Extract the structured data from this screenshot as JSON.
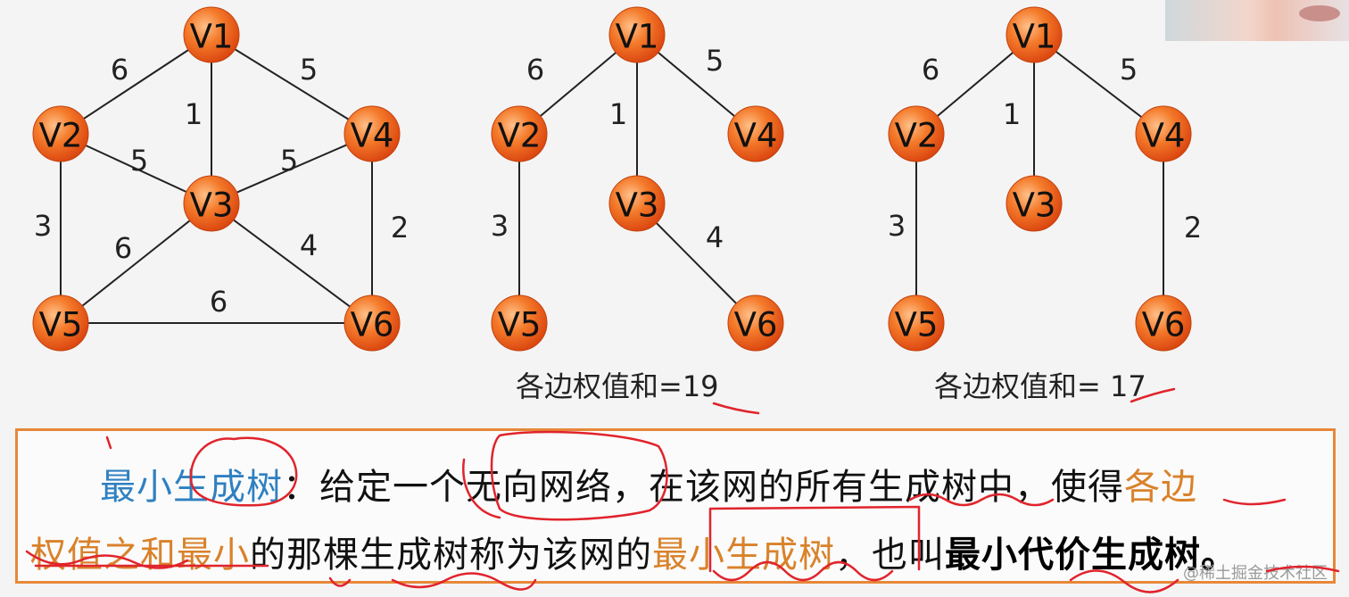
{
  "graphs": [
    {
      "nodes": [
        {
          "id": "V1",
          "label": "V1"
        },
        {
          "id": "V2",
          "label": "V2"
        },
        {
          "id": "V3",
          "label": "V3"
        },
        {
          "id": "V4",
          "label": "V4"
        },
        {
          "id": "V5",
          "label": "V5"
        },
        {
          "id": "V6",
          "label": "V6"
        }
      ],
      "edges": [
        {
          "from": "V1",
          "to": "V2",
          "weight": "6"
        },
        {
          "from": "V1",
          "to": "V4",
          "weight": "5"
        },
        {
          "from": "V1",
          "to": "V3",
          "weight": "1"
        },
        {
          "from": "V2",
          "to": "V3",
          "weight": "5"
        },
        {
          "from": "V3",
          "to": "V4",
          "weight": "5"
        },
        {
          "from": "V2",
          "to": "V5",
          "weight": "3"
        },
        {
          "from": "V3",
          "to": "V5",
          "weight": "6"
        },
        {
          "from": "V3",
          "to": "V6",
          "weight": "4"
        },
        {
          "from": "V4",
          "to": "V6",
          "weight": "2"
        },
        {
          "from": "V5",
          "to": "V6",
          "weight": "6"
        }
      ]
    },
    {
      "nodes": [
        {
          "id": "V1",
          "label": "V1"
        },
        {
          "id": "V2",
          "label": "V2"
        },
        {
          "id": "V3",
          "label": "V3"
        },
        {
          "id": "V4",
          "label": "V4"
        },
        {
          "id": "V5",
          "label": "V5"
        },
        {
          "id": "V6",
          "label": "V6"
        }
      ],
      "edges": [
        {
          "from": "V1",
          "to": "V2",
          "weight": "6"
        },
        {
          "from": "V1",
          "to": "V4",
          "weight": "5"
        },
        {
          "from": "V1",
          "to": "V3",
          "weight": "1"
        },
        {
          "from": "V2",
          "to": "V5",
          "weight": "3"
        },
        {
          "from": "V3",
          "to": "V6",
          "weight": "4"
        }
      ]
    },
    {
      "nodes": [
        {
          "id": "V1",
          "label": "V1"
        },
        {
          "id": "V2",
          "label": "V2"
        },
        {
          "id": "V3",
          "label": "V3"
        },
        {
          "id": "V4",
          "label": "V4"
        },
        {
          "id": "V5",
          "label": "V5"
        },
        {
          "id": "V6",
          "label": "V6"
        }
      ],
      "edges": [
        {
          "from": "V1",
          "to": "V2",
          "weight": "6"
        },
        {
          "from": "V1",
          "to": "V4",
          "weight": "5"
        },
        {
          "from": "V1",
          "to": "V3",
          "weight": "1"
        },
        {
          "from": "V2",
          "to": "V5",
          "weight": "3"
        },
        {
          "from": "V4",
          "to": "V6",
          "weight": "2"
        }
      ]
    }
  ],
  "sums": {
    "tree1": "各边权值和=19",
    "tree2": "各边权值和= 17"
  },
  "definition": {
    "line1": {
      "term": "最小生成树",
      "colon": "：",
      "text": "给定一个无向网络，在该网的所有生成树中，使得",
      "highlight": "各边"
    },
    "line2": {
      "highlight_a": "权值之和最小",
      "text_a": "的那棵生成树称为该网的",
      "highlight_b": "最小生成树",
      "text_b": "，也叫",
      "bold": "最小代价生成树",
      "end": "。"
    }
  },
  "watermark": "@稀土掘金技术社区",
  "colors": {
    "node_fill": "#f0651c",
    "edge": "#222222",
    "box_border": "#e7883a",
    "term_blue": "#2f80c1",
    "highlight_orange": "#d9822b",
    "annotation_red": "#e0242c"
  }
}
